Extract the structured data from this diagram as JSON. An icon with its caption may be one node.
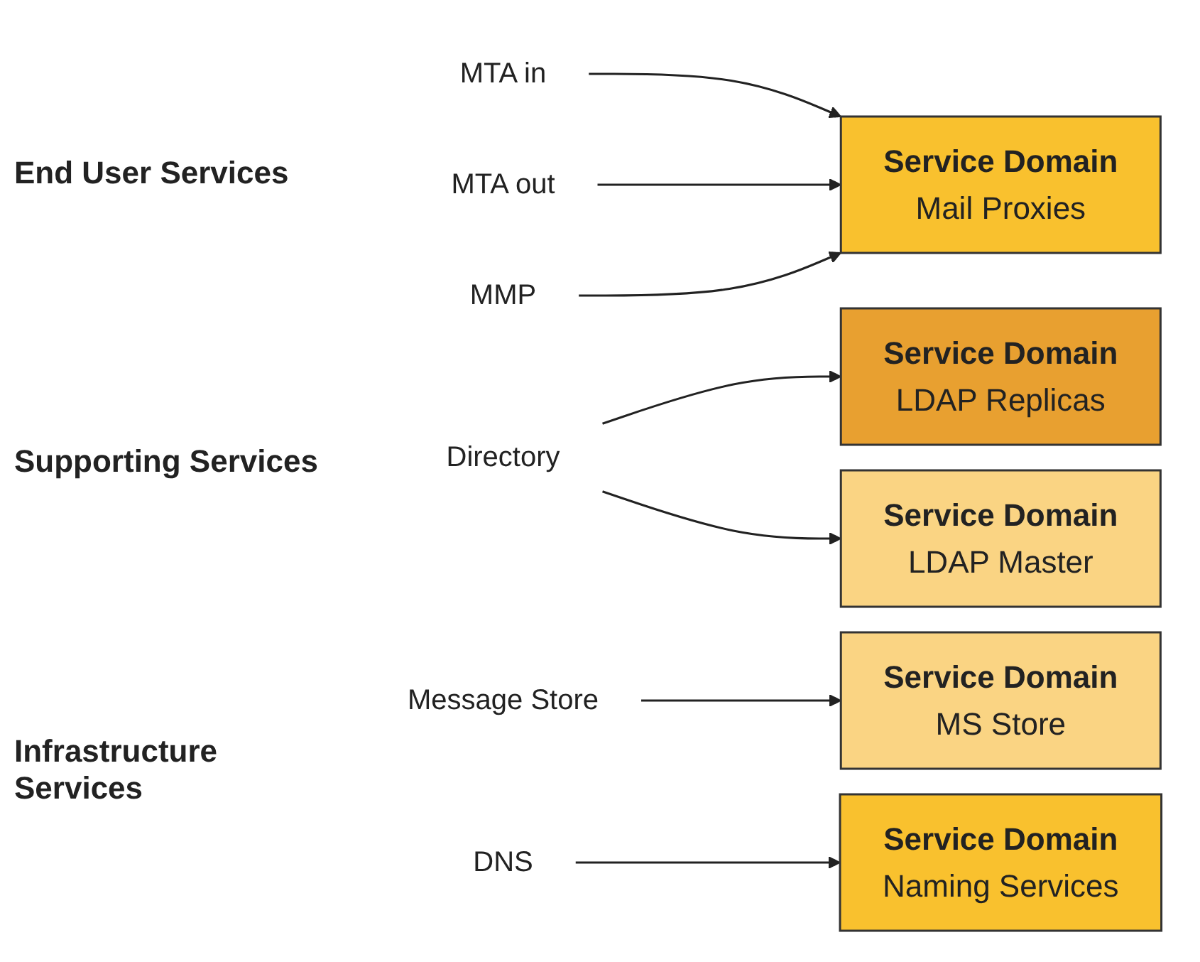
{
  "diagram": {
    "nodes": [
      {
        "text": [
          "MTA in"
        ]
      },
      {
        "text": [
          "MTA out"
        ]
      },
      {
        "text": [
          "MMP"
        ]
      },
      {
        "text": [
          "Directory"
        ]
      },
      {
        "text": [
          "Message Store"
        ]
      },
      {
        "text": [
          "DNS"
        ]
      },
      {
        "text": [
          "Service Domain",
          "Mail Proxies"
        ]
      },
      {
        "text": [
          "Service Domain",
          "LDAP Replicas"
        ]
      },
      {
        "text": [
          "Service Domain",
          "LDAP Master"
        ]
      },
      {
        "text": [
          "Service Domain",
          "MS Store"
        ]
      },
      {
        "text": [
          "Service Domain",
          "Naming Services"
        ]
      }
    ],
    "edges": [
      {
        "from": 0,
        "to": 6,
        "arrow": "to"
      },
      {
        "from": 1,
        "to": 6,
        "arrow": "to"
      },
      {
        "from": 2,
        "to": 6,
        "arrow": "to"
      },
      {
        "from": 3,
        "to": 7,
        "arrow": "to"
      },
      {
        "from": 3,
        "to": 8,
        "arrow": "to"
      },
      {
        "from": 4,
        "to": 9,
        "arrow": "to"
      },
      {
        "from": 5,
        "to": 10,
        "arrow": "to"
      }
    ],
    "labels": [
      "End User Services",
      "Supporting Services",
      "Infrastructure Services"
    ]
  }
}
